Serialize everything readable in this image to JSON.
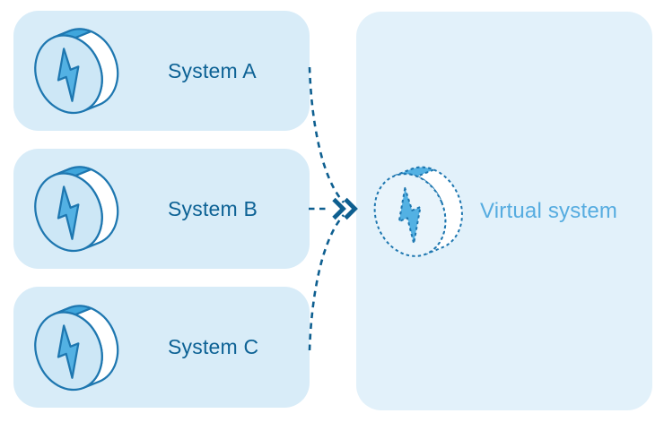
{
  "diagram": {
    "systems": [
      {
        "id": "system-a",
        "label": "System A"
      },
      {
        "id": "system-b",
        "label": "System B"
      },
      {
        "id": "system-c",
        "label": "System C"
      }
    ],
    "virtual": {
      "label": "Virtual system"
    },
    "icons": {
      "system_icon": "lightning-disc-icon",
      "virtual_icon": "lightning-disc-dashed-icon",
      "arrow": "merge-arrows-dashed-double-chevron"
    },
    "colors": {
      "system_card_bg": "#d8ecf8",
      "virtual_card_bg": "#e2f1fa",
      "icon_outline": "#1e77b0",
      "bolt_fill": "#53b1e3",
      "coin_face": "#cde7f6",
      "coin_rim": "#ffffff",
      "coin_wedge": "#3fa6dc",
      "virtual_coin_face": "#e9f4fb",
      "system_label_color": "#0d6295",
      "virtual_label_color": "#56ace0",
      "arrow_color": "#0e5f90"
    }
  }
}
